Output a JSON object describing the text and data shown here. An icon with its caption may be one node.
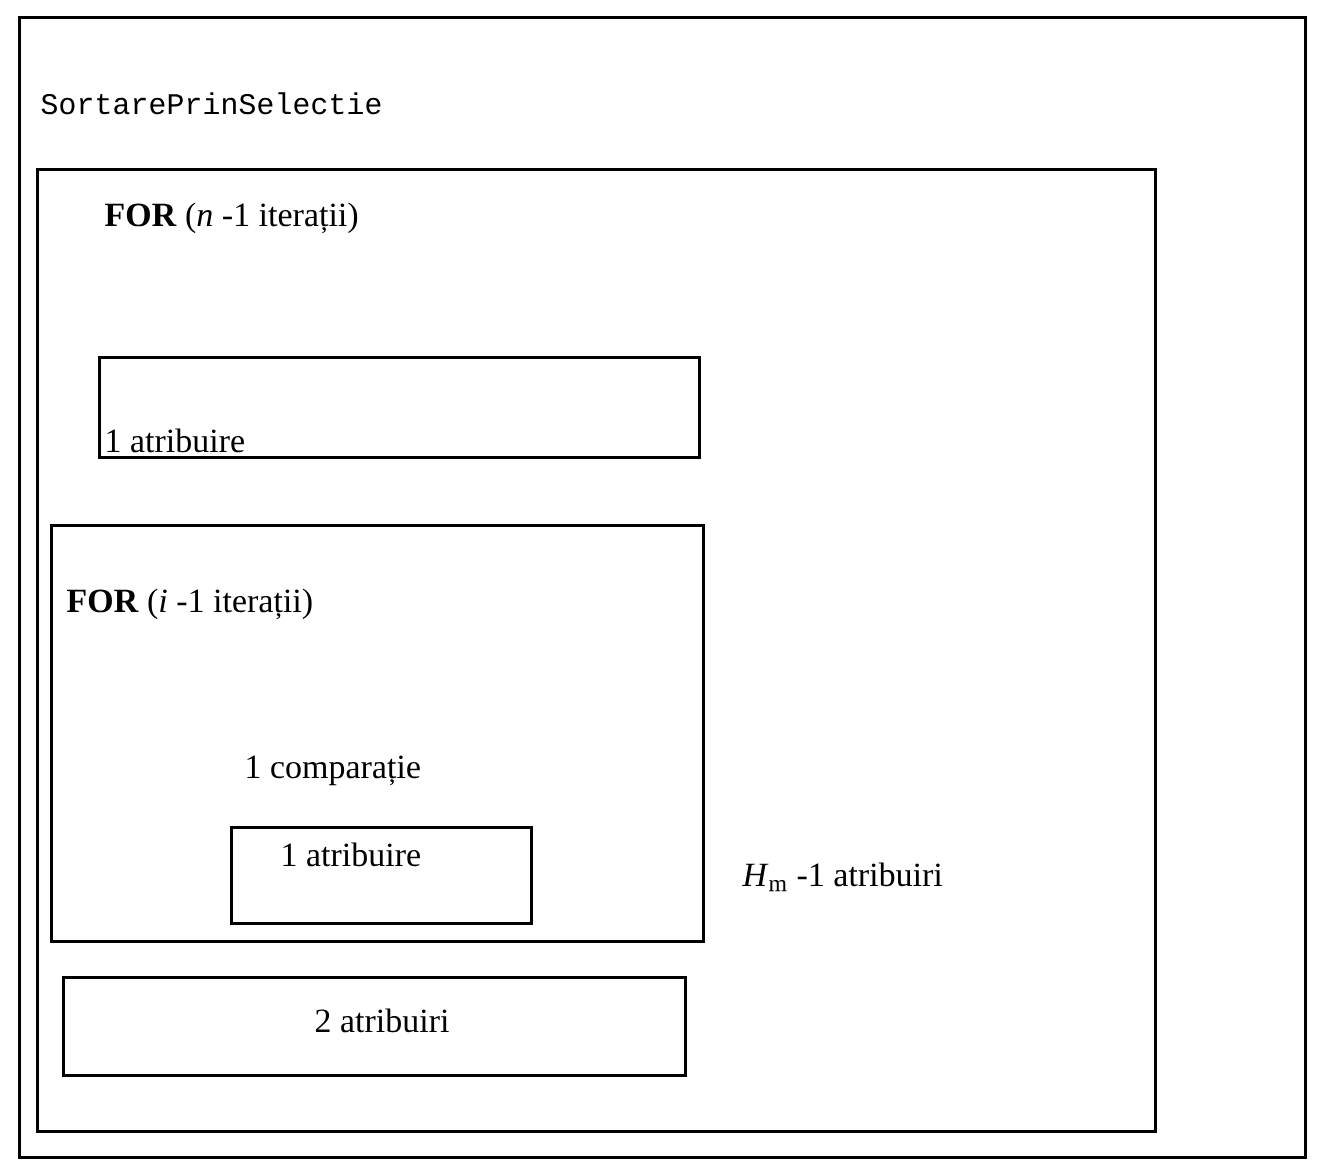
{
  "diagram": {
    "nodes": [
      {
        "text": [
          "SortarePrinSelectie"
        ]
      },
      {
        "text": [
          "**FOR** (*n* -1 iterații)",
          "*H*$_{m}$ -1 atribuiri"
        ],
        "in": 0
      },
      {
        "text": [
          "1 atribuire"
        ],
        "in": 1
      },
      {
        "text": [
          "**FOR** (*i* -1 iterații)",
          "1 comparație"
        ],
        "in": 1
      },
      {
        "text": [
          "1 atribuire"
        ],
        "in": 3
      },
      {
        "text": [
          "2 atribuiri"
        ],
        "in": 1
      }
    ]
  }
}
